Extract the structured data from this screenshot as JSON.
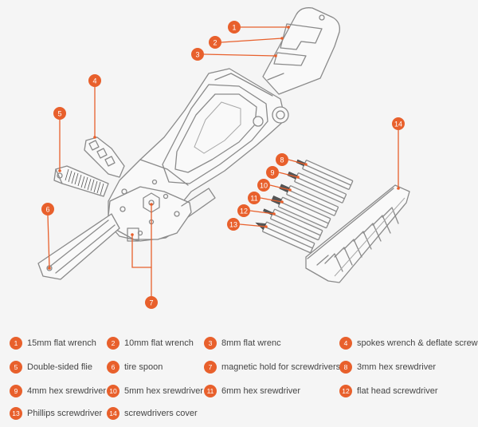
{
  "accent_color": "#e8602c",
  "callouts": [
    "1",
    "2",
    "3",
    "4",
    "5",
    "6",
    "7",
    "8",
    "9",
    "10",
    "11",
    "12",
    "13",
    "14"
  ],
  "legend": [
    {
      "num": "1",
      "label": "15mm flat wrench"
    },
    {
      "num": "2",
      "label": "10mm flat wrench"
    },
    {
      "num": "3",
      "label": "8mm flat wrenc"
    },
    {
      "num": "4",
      "label": "spokes wrench & deflate screw"
    },
    {
      "num": "5",
      "label": "Double-sided flie"
    },
    {
      "num": "6",
      "label": "tire spoon"
    },
    {
      "num": "7",
      "label": "magnetic hold for screwdrivers"
    },
    {
      "num": "8",
      "label": "3mm hex srewdriver"
    },
    {
      "num": "9",
      "label": "4mm hex srewdriver"
    },
    {
      "num": "10",
      "label": "5mm hex srewdriver"
    },
    {
      "num": "11",
      "label": "6mm hex srewdriver"
    },
    {
      "num": "12",
      "label": "flat head screwdriver"
    },
    {
      "num": "13",
      "label": "Phillips screwdriver"
    },
    {
      "num": "14",
      "label": "screwdrivers cover"
    }
  ]
}
